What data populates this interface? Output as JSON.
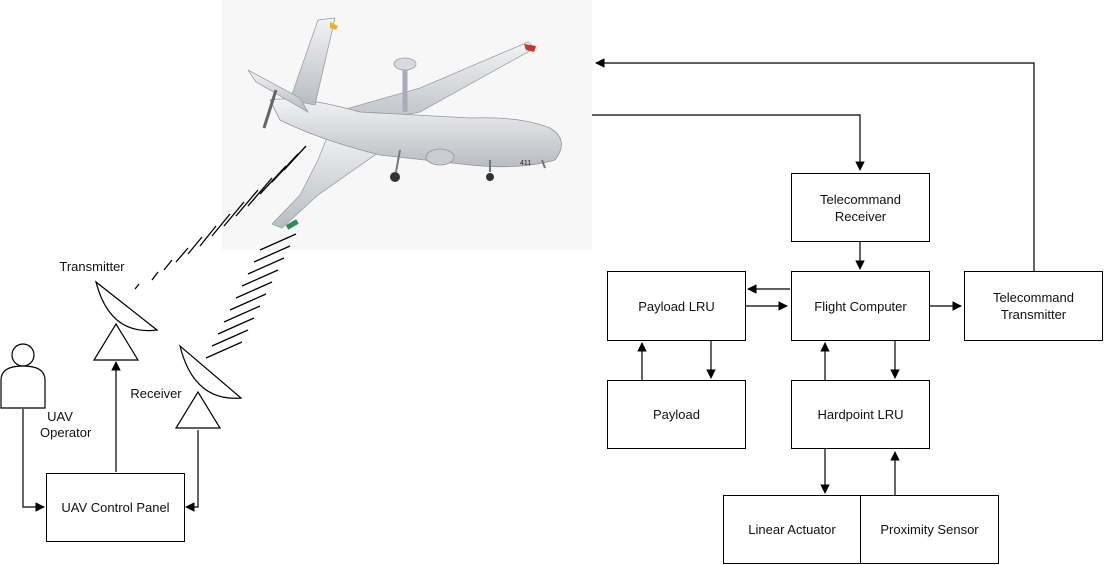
{
  "ground": {
    "operator_label": "UAV\nOperator",
    "transmitter_label": "Transmitter",
    "receiver_label": "Receiver",
    "control_panel_label": "UAV Control Panel"
  },
  "uav": {
    "tail_number": "411"
  },
  "onboard": {
    "telecommand_receiver": "Telecommand\nReceiver",
    "telecommand_transmitter": "Telecommand\nTransmitter",
    "flight_computer": "Flight Computer",
    "payload_lru": "Payload LRU",
    "payload": "Payload",
    "hardpoint_lru": "Hardpoint LRU",
    "linear_actuator": "Linear Actuator",
    "proximity_sensor": "Proximity Sensor"
  }
}
